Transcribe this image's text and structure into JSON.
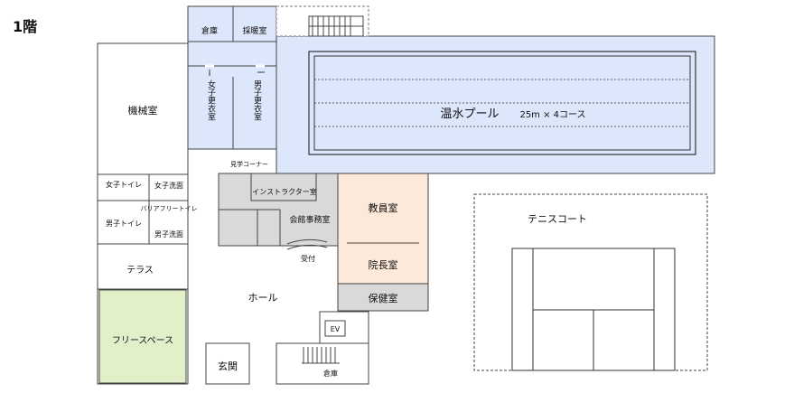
{
  "floor_title": "1階",
  "rooms": {
    "storage_top": "倉庫",
    "heating": "採暖室",
    "machine": "機械室",
    "women_locker": "女子更衣室",
    "men_locker": "男子更衣室",
    "pool_name": "温水プール",
    "pool_lanes": "25m × 4コース",
    "viewing_corner": "見学コーナー",
    "women_toilet": "女子トイレ",
    "women_washroom": "女子洗面",
    "barrier_free_toilet": "バリアフリートイレ",
    "men_toilet": "男子トイレ",
    "men_washroom": "男子洗面",
    "instructor": "インストラクター室",
    "office": "会館事務室",
    "reception": "受付",
    "staff_room": "教員室",
    "principal": "院長室",
    "health_room": "保健室",
    "terrace": "テラス",
    "hall": "ホール",
    "free_space": "フリースペース",
    "entrance": "玄関",
    "elevator": "EV",
    "storage_bottom": "倉庫",
    "tennis_court": "テニスコート"
  },
  "colors": {
    "pool_blue": "#dce7fb",
    "staff_peach": "#fde9d9",
    "office_gray": "#d9d9d9",
    "free_space_green": "#e2f0c9",
    "wall": "#333333"
  }
}
